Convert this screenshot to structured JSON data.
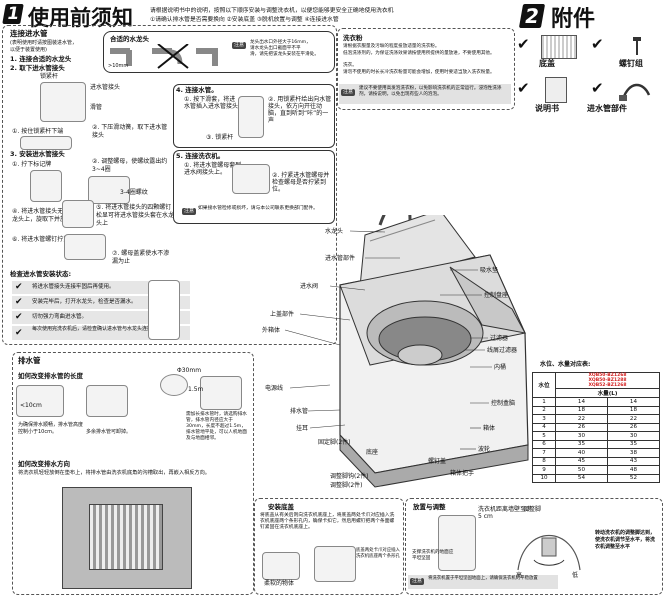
{
  "header": {
    "number": "1",
    "title": "使用前须知",
    "intro_lines": [
      "请根据说明书中的说明，按照以下顺序安装与调整洗衣机，以便您能够更安全正确地使用洗衣机",
      "①请确认排水管是否需要换向  ②安装底盖  ③脱机放置与调整  ④连接进水管"
    ]
  },
  "accessories": {
    "number": "2",
    "title": "附件",
    "items": [
      {
        "label": "底盖",
        "icon": "bottom-cover-icon"
      },
      {
        "label": "螺钉组",
        "icon": "screw-icon"
      },
      {
        "label": "说明书",
        "icon": "manual-icon"
      },
      {
        "label": "进水管部件",
        "icon": "inlet-hose-icon"
      }
    ]
  },
  "inlet": {
    "title": "连接进水管",
    "subtitle": "(表明使用时请按图装进水管，\n以便于装置使用)",
    "steps": [
      "1. 连接合适的水龙头",
      "2. 取下进水管接头"
    ],
    "faucet_box_title": "合适的水龙头",
    "faucet_note_label": ">10mm",
    "note_tag": "注意",
    "faucet_note": "龙头出水口外径大于16mm，\n请水龙头出口截面平不平\n滑，请先把该龙头安装在平滑处。",
    "lock_nut": "锁紧杆",
    "inlet_connector": "进水管接头",
    "slide_pull": "滑管",
    "steps_a": [
      "①. 按住锁紧杆下端",
      "②. 下压滑动簧，取下进水管接头"
    ],
    "install_connector": "3. 安装进水管接头",
    "steps_b": [
      "①. 拧下标记牌",
      "②. 调整螺母，使螺纹露出约3~4圈",
      "③. 4-3圈螺纹",
      "④. 将进水管接头无误套在水龙头上，旋取下并旋拧锁紧",
      "⑤. 将进水管接头的四颗螺钉松显可将进水管接头套在水龙头上",
      "⑥. 将进水管螺钉拧紧",
      "⑦. 螺母盖紧使水不渗漏为止"
    ],
    "tighten_nut": "3-4圈螺纹",
    "check_title": "检查进水管安装状态:",
    "check_items": [
      "将进水管接头连接牢固后再使用。",
      "安装完毕后，打开水龙头，检查是否漏水。",
      "切勿强力弯曲进水管。",
      "每次使用完洗衣机后，请检查确认进水管与水龙头连接牢固。"
    ],
    "connect_title": "4. 连接水管。",
    "connect_steps": [
      "①. 按下滑套，将进水管插入进水管接头",
      "②. 用锁紧杆给出向水管接头，依方向开往动脑，直到听到“咔”的一声",
      "③. 锁紧杆"
    ],
    "washer_title": "5. 连接洗衣机。",
    "washer_steps": [
      "①. 将进水管螺母套到进水阀接头上。",
      "②. 拧紧进水管螺母并检查螺母是否拧紧到位。"
    ],
    "washer_note": "如果接水管检修或损坏，请与本公司联系更换部门配件。"
  },
  "water_notice": {
    "title": "洗衣粉",
    "lines": [
      "请根据衣服量及污垢的程度投放适量的洗衣粉。",
      "低泡洗涤剂的，为保证洗涤效果请按使用所提供的量放进，不要使用其他。",
      "洗衣。",
      "请勿不使用的时长长冷洗衣粉量可能会增加，使用时要适当放入洗衣粉量。"
    ],
    "note_tag": "注意",
    "note": "建议不要使用高发泡洗衣粉，以免影响洗衣机的正常运行。浸泡性洗涤剂，请按说明，以免出现有些人的泡泡。"
  },
  "parts": {
    "faucet": "水龙头",
    "inlet_hose": "进水管部件",
    "inlet_port": "进水阀",
    "top_cover": "上盖部件",
    "cabinet": "外箱体",
    "power_cord": "电源线",
    "drain_hose": "排水管",
    "hook": "挂耳",
    "fixing_bolt": "固定脚(2件)",
    "base": "底座",
    "adjust_foot": "调整脚钩(2件)",
    "adjust_legs": "调整脚(2件)",
    "absorber": "吸水垫",
    "control_panel": "控制盘座",
    "filter": "过滤器",
    "lint_filter": "线屑过滤器",
    "inner_tub": "内桶",
    "control_box": "控制盒脑",
    "cabinet_2": "箱体",
    "pulsator": "波轮",
    "screw_cap": "螺钉盖",
    "handle": "箱体把手"
  },
  "water_table": {
    "title": "水位、水量对应表:",
    "headers": [
      "水位",
      "XQB50-BZ1268",
      "XQB50-BZ1288",
      "XQB52-BZ1268"
    ],
    "header_labels": [
      "水位",
      "水量(L)"
    ],
    "rows": [
      [
        "1",
        "14",
        "14"
      ],
      [
        "2",
        "18",
        "18"
      ],
      [
        "3",
        "22",
        "22"
      ],
      [
        "4",
        "26",
        "26"
      ],
      [
        "5",
        "30",
        "30"
      ],
      [
        "6",
        "35",
        "35"
      ],
      [
        "7",
        "40",
        "38"
      ],
      [
        "8",
        "45",
        "43"
      ],
      [
        "9",
        "50",
        "48"
      ],
      [
        "10",
        "54",
        "52"
      ]
    ]
  },
  "drain": {
    "title": "排水管",
    "change_length": "如何改变排水管的长度",
    "lt10": "<10cm",
    "ok_note": "为确保排水顺畅，排水管高度控制小于10cm。",
    "bad_note": "多余排水管可卸掉。",
    "caption_a": "Φ30mm",
    "caption_b": "1.5m",
    "warn_note": "需加长排水管时，请选购排水管，排水管内径应大于30mm，长度不超过1.5m，排水管地平处，可以人机地面及与地面相邻。",
    "change_dir": "如何改变排水方向",
    "dir_note": "将洗衣机轻轻放倒在垫布上，将排水管由洗衣机底角的沟槽取出，再嵌入相反方向。"
  },
  "bottom": {
    "title": "安装底盖",
    "text": "将底盖从有关后则向洗衣机底座上，将底盖两处卡爪对应插入洗衣机底座两个条形孔内，确保卡扣它，然后用螺钉把两个条面螺钉紧固在洗衣机底座上。",
    "labels": [
      "(底盖)",
      "防震钉",
      "柔软的物体",
      "底盖两处卡爪对应插入洗衣机底座两个条形孔"
    ]
  },
  "placement": {
    "title": "放置与调整",
    "hint": "洗衣机距离墙壁至少 5 cm",
    "note_tag": "注意",
    "note": "将洗衣机置于平坦坚固地面上，请确保洗衣机的平稳放置",
    "flat_label": "支撑洗衣机的地面应平坦坚固",
    "adjust_label": "调整脚",
    "up": "高",
    "down": "低",
    "side_note": "转动洗衣机的调整脚达到，使洗衣机调节至水平，将洗衣机调整至水平"
  }
}
